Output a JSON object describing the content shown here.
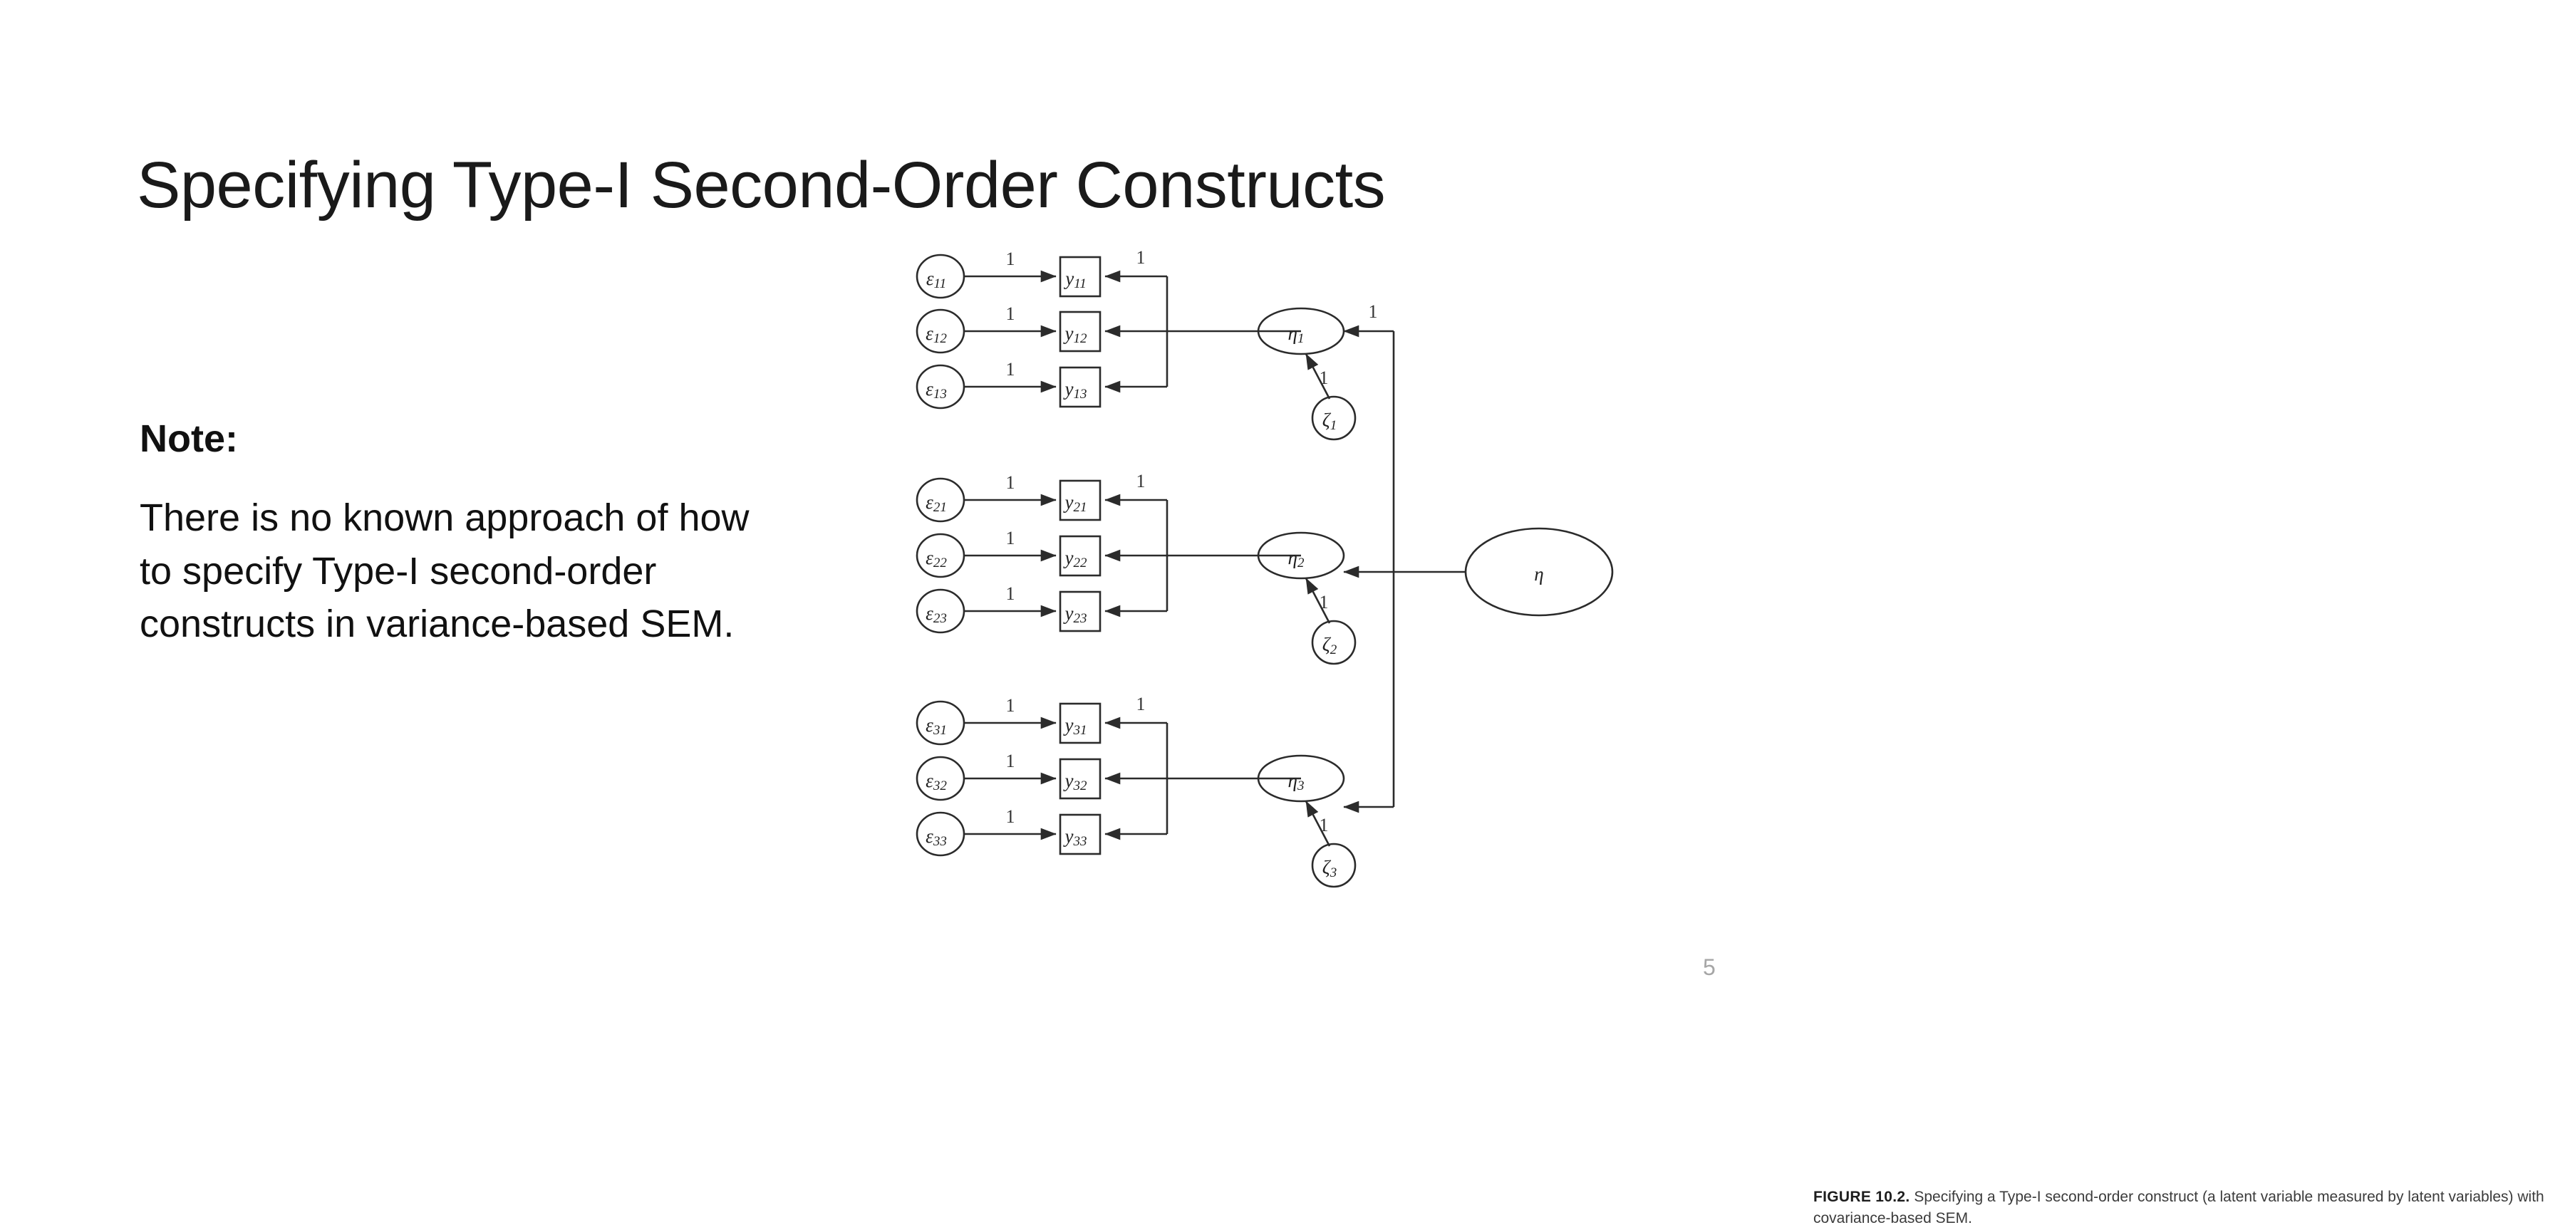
{
  "slide": {
    "title": "Specifying Type-I Second-Order Constructs",
    "page_number": "5",
    "background_color": "#ffffff",
    "text_color": "#111111"
  },
  "note": {
    "heading": "Note:",
    "body": "There is no known approach of how to specify Type-I second-order constructs in variance-based SEM."
  },
  "figure": {
    "caption_label": "FIGURE 10.2.",
    "caption_text": "Specifying a Type-I second-order construct (a latent variable measured by latent variables) with covariance-based SEM.",
    "line_color": "#2b2b2b",
    "blocks": [
      {
        "eta": "η1",
        "zeta": "ζ1",
        "zeta_loading": "1",
        "eta_loading": "1",
        "indicators": [
          {
            "error": "ε11",
            "measure": "y11",
            "error_loading": "1",
            "eta_loading": "1"
          },
          {
            "error": "ε12",
            "measure": "y12",
            "error_loading": "1",
            "eta_loading": ""
          },
          {
            "error": "ε13",
            "measure": "y13",
            "error_loading": "1",
            "eta_loading": ""
          }
        ]
      },
      {
        "eta": "η2",
        "zeta": "ζ2",
        "zeta_loading": "1",
        "eta_loading": "",
        "indicators": [
          {
            "error": "ε21",
            "measure": "y21",
            "error_loading": "1",
            "eta_loading": "1"
          },
          {
            "error": "ε22",
            "measure": "y22",
            "error_loading": "1",
            "eta_loading": ""
          },
          {
            "error": "ε23",
            "measure": "y23",
            "error_loading": "1",
            "eta_loading": ""
          }
        ]
      },
      {
        "eta": "η3",
        "zeta": "ζ3",
        "zeta_loading": "1",
        "eta_loading": "",
        "indicators": [
          {
            "error": "ε31",
            "measure": "y31",
            "error_loading": "1",
            "eta_loading": "1"
          },
          {
            "error": "ε32",
            "measure": "y32",
            "error_loading": "1",
            "eta_loading": ""
          },
          {
            "error": "ε33",
            "measure": "y33",
            "error_loading": "1",
            "eta_loading": ""
          }
        ]
      }
    ],
    "second_order": {
      "label": "η"
    }
  }
}
